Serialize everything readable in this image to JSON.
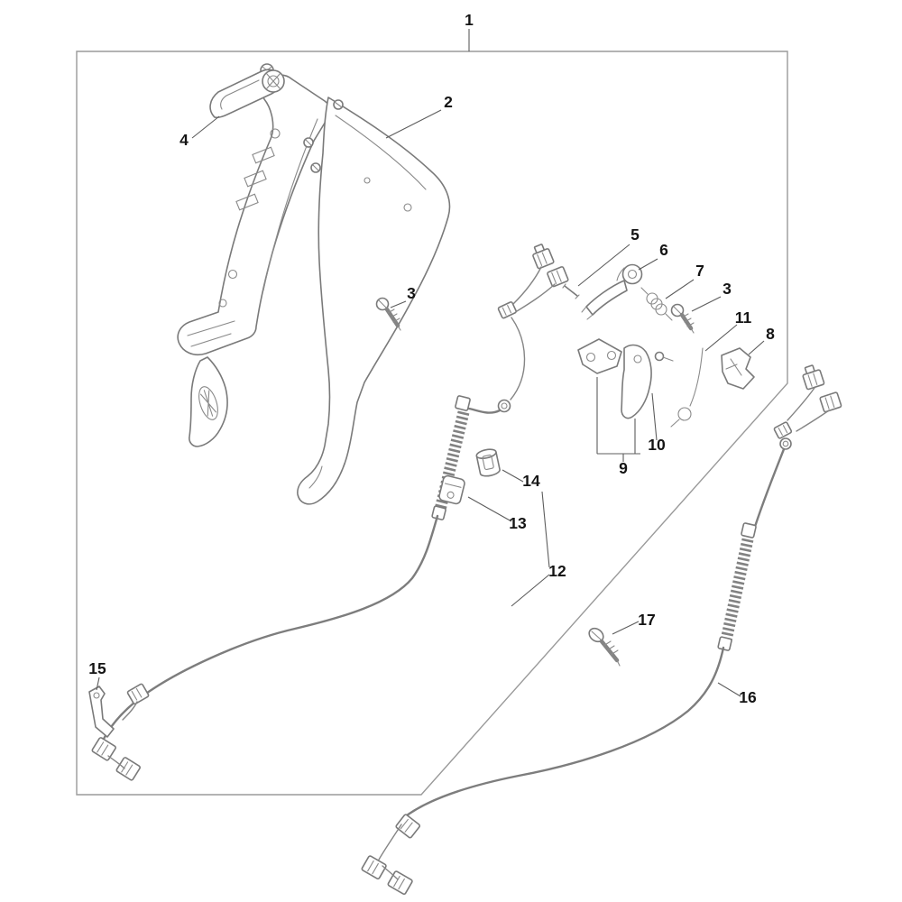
{
  "diagram": {
    "kind": "exploded-parts-diagram",
    "background_color": "#ffffff",
    "line_color": "#7a7a7a",
    "border_color": "#9a9a9a",
    "label_color": "#141414",
    "callouts": [
      {
        "id": "c1",
        "label": "1"
      },
      {
        "id": "c2",
        "label": "2"
      },
      {
        "id": "c4",
        "label": "4"
      },
      {
        "id": "c3a",
        "label": "3"
      },
      {
        "id": "c5",
        "label": "5"
      },
      {
        "id": "c6",
        "label": "6"
      },
      {
        "id": "c7",
        "label": "7"
      },
      {
        "id": "c3b",
        "label": "3"
      },
      {
        "id": "c11",
        "label": "11"
      },
      {
        "id": "c8",
        "label": "8"
      },
      {
        "id": "c10",
        "label": "10"
      },
      {
        "id": "c9",
        "label": "9"
      },
      {
        "id": "c14",
        "label": "14"
      },
      {
        "id": "c13",
        "label": "13"
      },
      {
        "id": "c12",
        "label": "12"
      },
      {
        "id": "c15",
        "label": "15"
      },
      {
        "id": "c17",
        "label": "17"
      },
      {
        "id": "c16",
        "label": "16"
      }
    ]
  }
}
